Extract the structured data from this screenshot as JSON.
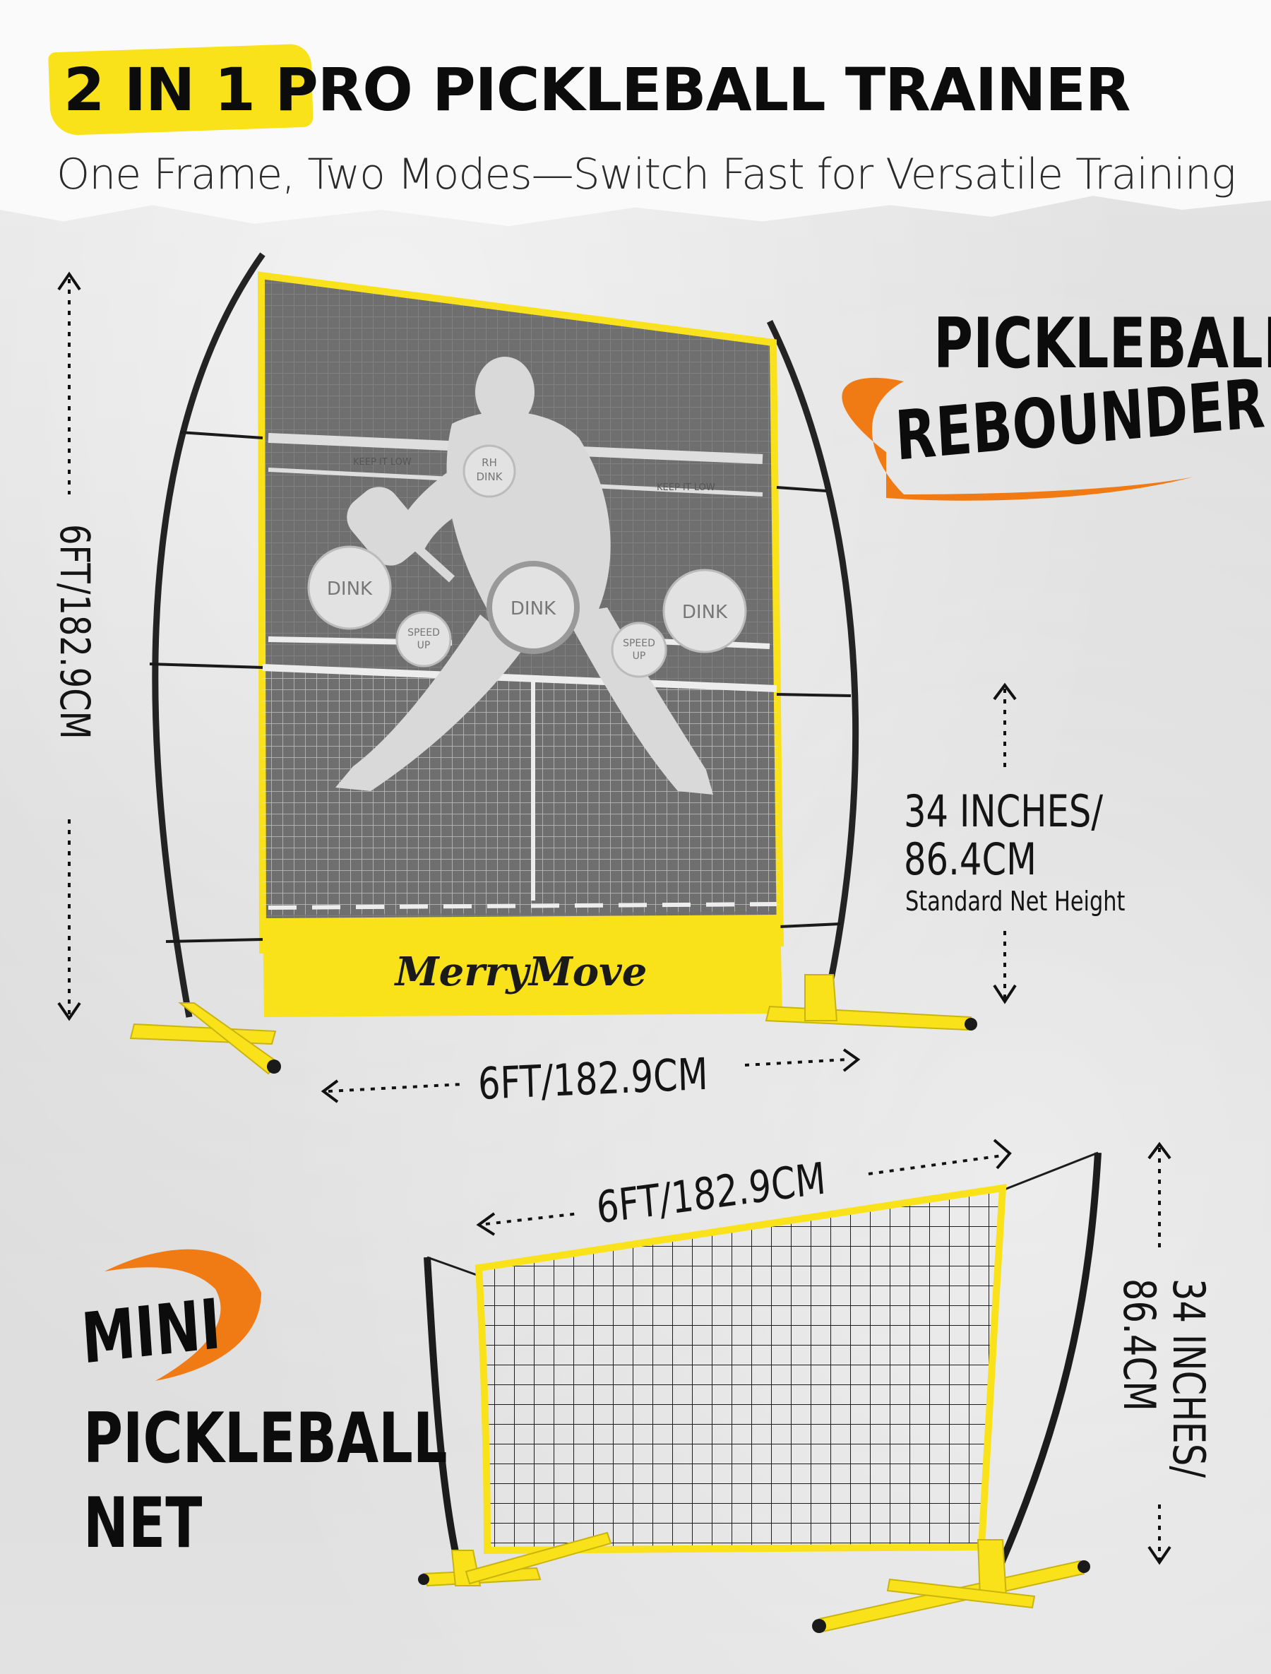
{
  "header": {
    "title_highlight": "2 IN 1",
    "title_rest": "PRO PICKLEBALL TRAINER",
    "subtitle": "One Frame, Two Modes—Switch Fast for Versatile Training"
  },
  "rebounder": {
    "label_line1": "PICKLEBALL",
    "label_line2": "REBOUNDER",
    "brand": "MerryMove",
    "net_targets": [
      "DINK",
      "DINK",
      "DINK",
      "RH DINK",
      "SPEED UP",
      "SPEED UP"
    ],
    "net_tape_text": "KEEP IT LOW",
    "height_dim": "6FT/182.9CM",
    "width_dim": "6FT/182.9CM",
    "net_height_line1": "34 INCHES/",
    "net_height_line2": "86.4CM",
    "net_height_caption": "Standard Net Height"
  },
  "mini_net": {
    "label_line1": "MINI",
    "label_line2": "PICKLEBALL",
    "label_line3": "NET",
    "width_dim": "6FT/182.9CM",
    "height_dim_line1": "34 INCHES/",
    "height_dim_line2": "86.4CM"
  },
  "colors": {
    "yellow": "#f9e21a",
    "orange": "#f07a14",
    "net_gray": "#6f6f6f",
    "frame": "#2b2b2b"
  }
}
